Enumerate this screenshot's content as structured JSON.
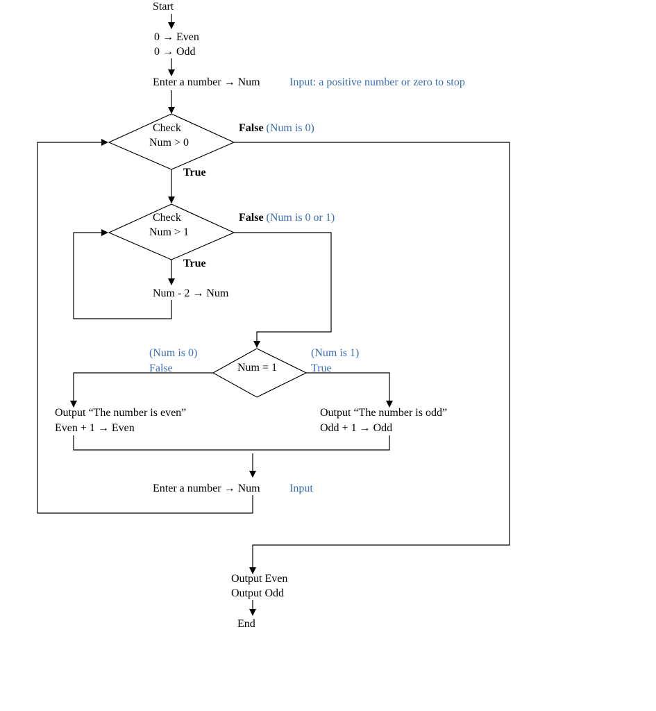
{
  "flowchart": {
    "start": "Start",
    "init_even": "0 → Even",
    "init_odd": "0 → Odd",
    "enter_number": "Enter a number → Num",
    "enter_number_note": "Input: a positive number or zero to stop",
    "check1": {
      "line1": "Check",
      "line2": "Num  >  0",
      "false_label": "False",
      "false_note": " (Num is 0)",
      "true_label": "True"
    },
    "check2": {
      "line1": "Check",
      "line2": "Num > 1",
      "false_label": "False",
      "false_note": " (Num is 0 or 1)",
      "true_label": "True"
    },
    "subtract": "Num - 2 → Num",
    "check3": {
      "text": "Num = 1",
      "left_note": "(Num is 0)",
      "left_label": "False",
      "right_note": "(Num is 1)",
      "right_label": "True"
    },
    "even_branch": {
      "line1": "Output “The number is even”",
      "line2": "Even + 1 → Even"
    },
    "odd_branch": {
      "line1": "Output “The number is odd”",
      "line2": "Odd + 1 → Odd"
    },
    "enter_again": "Enter a number → Num",
    "enter_again_note": "Input",
    "output_even": "Output Even",
    "output_odd": "Output Odd",
    "end": "End"
  }
}
